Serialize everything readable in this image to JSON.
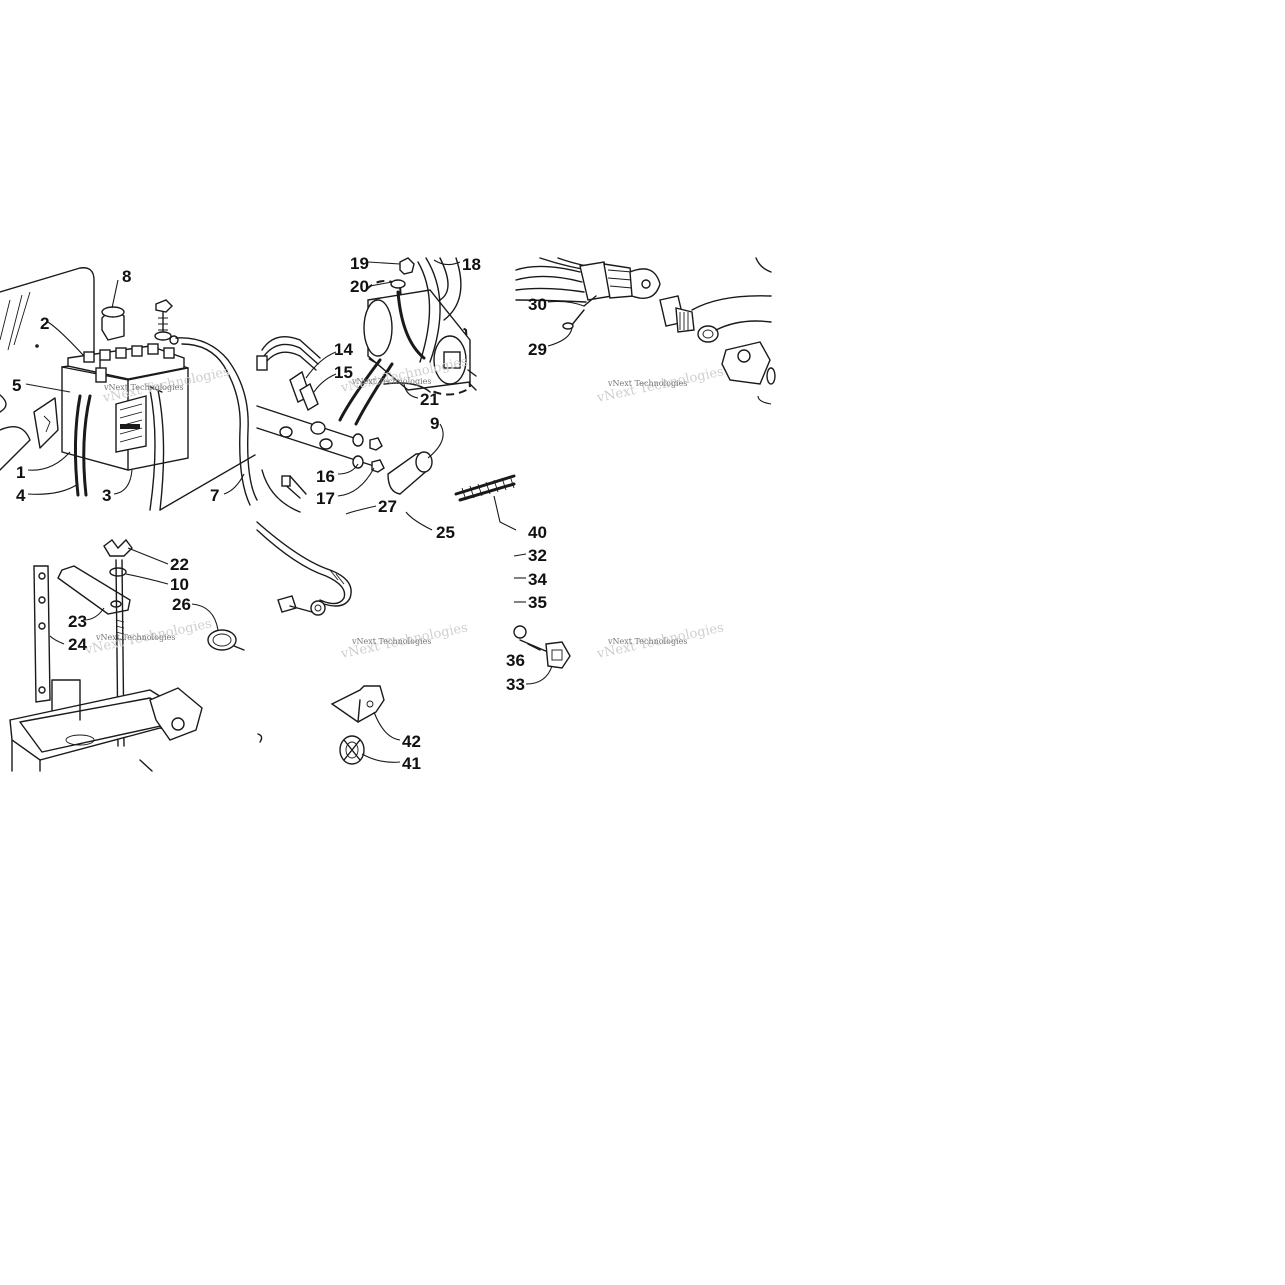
{
  "diagram": {
    "watermark": "vNext Technologies",
    "callouts": [
      {
        "id": "c1",
        "label": "1"
      },
      {
        "id": "c2",
        "label": "2"
      },
      {
        "id": "c3",
        "label": "3"
      },
      {
        "id": "c4",
        "label": "4"
      },
      {
        "id": "c5",
        "label": "5"
      },
      {
        "id": "c7",
        "label": "7"
      },
      {
        "id": "c8",
        "label": "8"
      },
      {
        "id": "c9",
        "label": "9"
      },
      {
        "id": "c10",
        "label": "10"
      },
      {
        "id": "c14",
        "label": "14"
      },
      {
        "id": "c15",
        "label": "15"
      },
      {
        "id": "c16",
        "label": "16"
      },
      {
        "id": "c17",
        "label": "17"
      },
      {
        "id": "c18",
        "label": "18"
      },
      {
        "id": "c19",
        "label": "19"
      },
      {
        "id": "c20",
        "label": "20"
      },
      {
        "id": "c21",
        "label": "21"
      },
      {
        "id": "c22",
        "label": "22"
      },
      {
        "id": "c23",
        "label": "23"
      },
      {
        "id": "c24",
        "label": "24"
      },
      {
        "id": "c25",
        "label": "25"
      },
      {
        "id": "c26",
        "label": "26"
      },
      {
        "id": "c27",
        "label": "27"
      },
      {
        "id": "c29",
        "label": "29"
      },
      {
        "id": "c30",
        "label": "30"
      },
      {
        "id": "c32",
        "label": "32"
      },
      {
        "id": "c33",
        "label": "33"
      },
      {
        "id": "c34",
        "label": "34"
      },
      {
        "id": "c35",
        "label": "35"
      },
      {
        "id": "c36",
        "label": "36"
      },
      {
        "id": "c40",
        "label": "40"
      },
      {
        "id": "c41",
        "label": "41"
      },
      {
        "id": "c42",
        "label": "42"
      }
    ]
  }
}
